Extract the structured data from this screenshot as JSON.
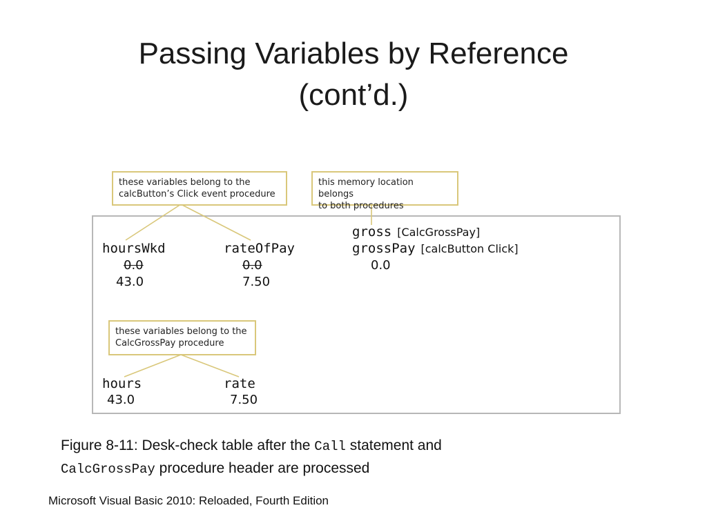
{
  "slide": {
    "title_line1": "Passing Variables by Reference",
    "title_line2": "(cont’d.)",
    "footer": "Microsoft Visual Basic 2010: Reloaded, Fourth Edition"
  },
  "callouts": {
    "calc_button": "these variables belong to the\ncalcButton’s Click event procedure",
    "memory": "this memory location belongs\nto both procedures",
    "calc_gross_pay": "these variables belong to the\nCalcGrossPay procedure"
  },
  "desk_check": {
    "hours_wkd": {
      "name": "hoursWkd",
      "old_value": "0.0",
      "new_value": "43.0"
    },
    "rate_of_pay": {
      "name": "rateOfPay",
      "old_value": "0.0",
      "new_value": "7.50"
    },
    "gross": {
      "name": "gross",
      "tag": "[CalcGrossPay]"
    },
    "gross_pay": {
      "name": "grossPay",
      "tag": "[calcButton Click]",
      "value": "0.0"
    },
    "hours": {
      "name": "hours",
      "value": "43.0"
    },
    "rate": {
      "name": "rate",
      "value": "7.50"
    }
  },
  "caption": {
    "part1": "Figure 8-11: Desk-check table after the ",
    "code1": "Call",
    "part2": " statement and ",
    "code2": "CalcGrossPay",
    "part3": " procedure header are processed"
  },
  "colors": {
    "callout_border": "#d9c77a",
    "table_border": "#b7b7b7"
  }
}
